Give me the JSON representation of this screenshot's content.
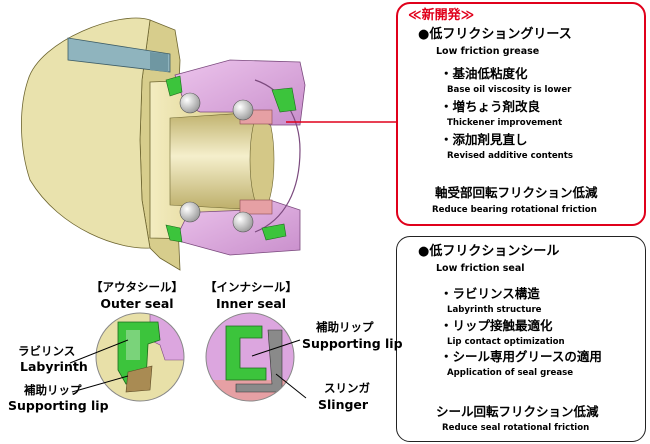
{
  "grease_box": {
    "badge": "≪新開発≫",
    "heading_jp": "●低フリクショングリース",
    "heading_en": "Low friction grease",
    "items": [
      {
        "jp": "・基油低粘度化",
        "en": "Base oil viscosity is lower"
      },
      {
        "jp": "・増ちょう剤改良",
        "en": "Thickener improvement"
      },
      {
        "jp": "・添加剤見直し",
        "en": "Revised additive contents"
      }
    ],
    "result_jp": "軸受部回転フリクション低減",
    "result_en": "Reduce bearing rotational friction"
  },
  "seal_box": {
    "heading_jp": "●低フリクションシール",
    "heading_en": "Low friction seal",
    "items": [
      {
        "jp": "・ラビリンス構造",
        "en": "Labyrinth structure"
      },
      {
        "jp": "・リップ接触最適化",
        "en": "Lip contact optimization"
      },
      {
        "jp": "・シール専用グリースの適用",
        "en": "Application of seal grease"
      }
    ],
    "result_jp": "シール回転フリクション低減",
    "result_en": "Reduce seal rotational friction"
  },
  "outer_seal": {
    "jp": "【アウタシール】",
    "en": "Outer seal"
  },
  "inner_seal": {
    "jp": "【インナシール】",
    "en": "Inner seal"
  },
  "callouts": {
    "labyrinth": {
      "jp": "ラビリンス",
      "en": "Labyrinth"
    },
    "supporting_lip_outer": {
      "jp": "補助リップ",
      "en": "Supporting lip"
    },
    "supporting_lip_inner": {
      "jp": "補助リップ",
      "en": "Supporting lip"
    },
    "slinger": {
      "jp": "スリンガ",
      "en": "Slinger"
    }
  },
  "colors": {
    "accent_red": "#e0001b",
    "arrow_purple": "#a99ae0",
    "hub_tan": "#e7dfa6",
    "housing_pink": "#dca6df",
    "seal_green": "#3cc43c",
    "bolt_teal": "#7fa7b3"
  }
}
